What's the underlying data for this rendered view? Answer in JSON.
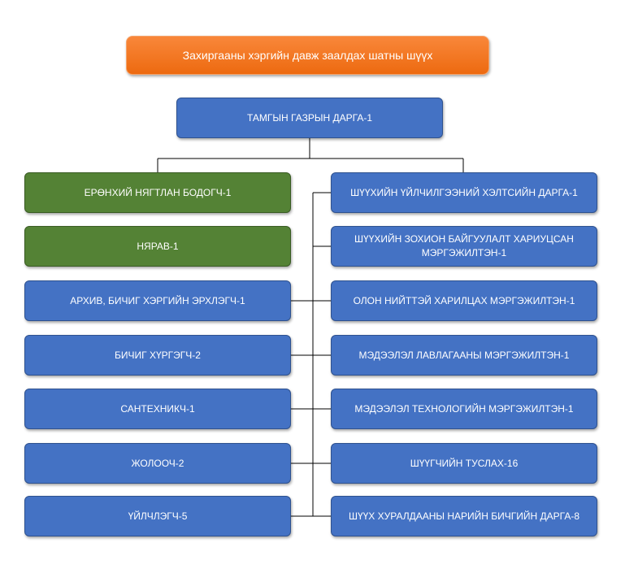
{
  "title": "Захиргааны хэргийн давж заалдах шатны шүүх",
  "head": "ТАМГЫН ГАЗРЫН ДАРГА-1",
  "left": [
    "ЕРӨНХИЙ НЯГТЛАН БОДОГЧ-1",
    "НЯРАВ-1",
    "АРХИВ, БИЧИГ ХЭРГИЙН ЭРХЛЭГЧ-1",
    "БИЧИГ ХҮРГЭГЧ-2",
    "САНТЕХНИКЧ-1",
    "ЖОЛООЧ-2",
    "ҮЙЛЧЛЭГЧ-5"
  ],
  "right": [
    "ШҮҮХИЙН ҮЙЛЧИЛГЭЭНИЙ ХЭЛТСИЙН ДАРГА-1",
    "ШҮҮХИЙН ЗОХИОН БАЙГУУЛАЛТ ХАРИУЦСАН МЭРГЭЖИЛТЭН-1",
    "ОЛОН НИЙТТЭЙ ХАРИЛЦАХ МЭРГЭЖИЛТЭН-1",
    "МЭДЭЭЛЭЛ ЛАВЛАГААНЫ МЭРГЭЖИЛТЭН-1",
    "МЭДЭЭЛЭЛ ТЕХНОЛОГИЙН МЭРГЭЖИЛТЭН-1",
    "ШҮҮГЧИЙН ТУСЛАХ-16",
    "ШҮҮХ ХУРАЛДААНЫ НАРИЙН БИЧГИЙН ДАРГА-8"
  ],
  "colors": {
    "title": "#ed7d31",
    "blue": "#4472c4",
    "green": "#548235",
    "line": "#000000"
  }
}
